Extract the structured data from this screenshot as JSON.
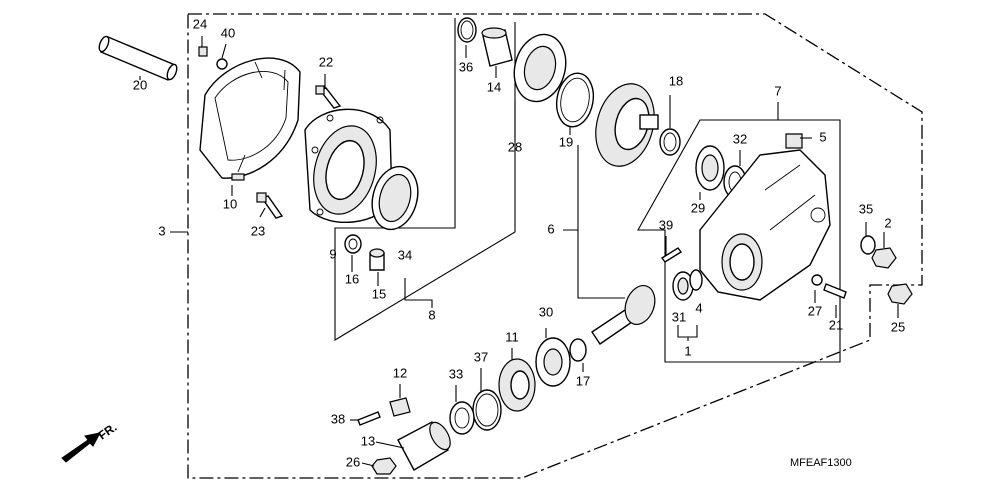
{
  "diagram_code": "MFEAF1300",
  "direction_label": "FR.",
  "labels": {
    "n1": "1",
    "n2": "2",
    "n3": "3",
    "n4": "4",
    "n5": "5",
    "n6": "6",
    "n7": "7",
    "n8": "8",
    "n9": "9",
    "n10": "10",
    "n11": "11",
    "n12": "12",
    "n13": "13",
    "n14": "14",
    "n15": "15",
    "n16": "16",
    "n17": "17",
    "n18": "18",
    "n19": "19",
    "n20": "20",
    "n21": "21",
    "n22": "22",
    "n23": "23",
    "n24": "24",
    "n25": "25",
    "n26": "26",
    "n27": "27",
    "n28": "28",
    "n29": "29",
    "n30": "30",
    "n31": "31",
    "n32": "32",
    "n33": "33",
    "n34": "34",
    "n35": "35",
    "n36": "36",
    "n37": "37",
    "n38": "38",
    "n39": "39",
    "n40": "40"
  }
}
